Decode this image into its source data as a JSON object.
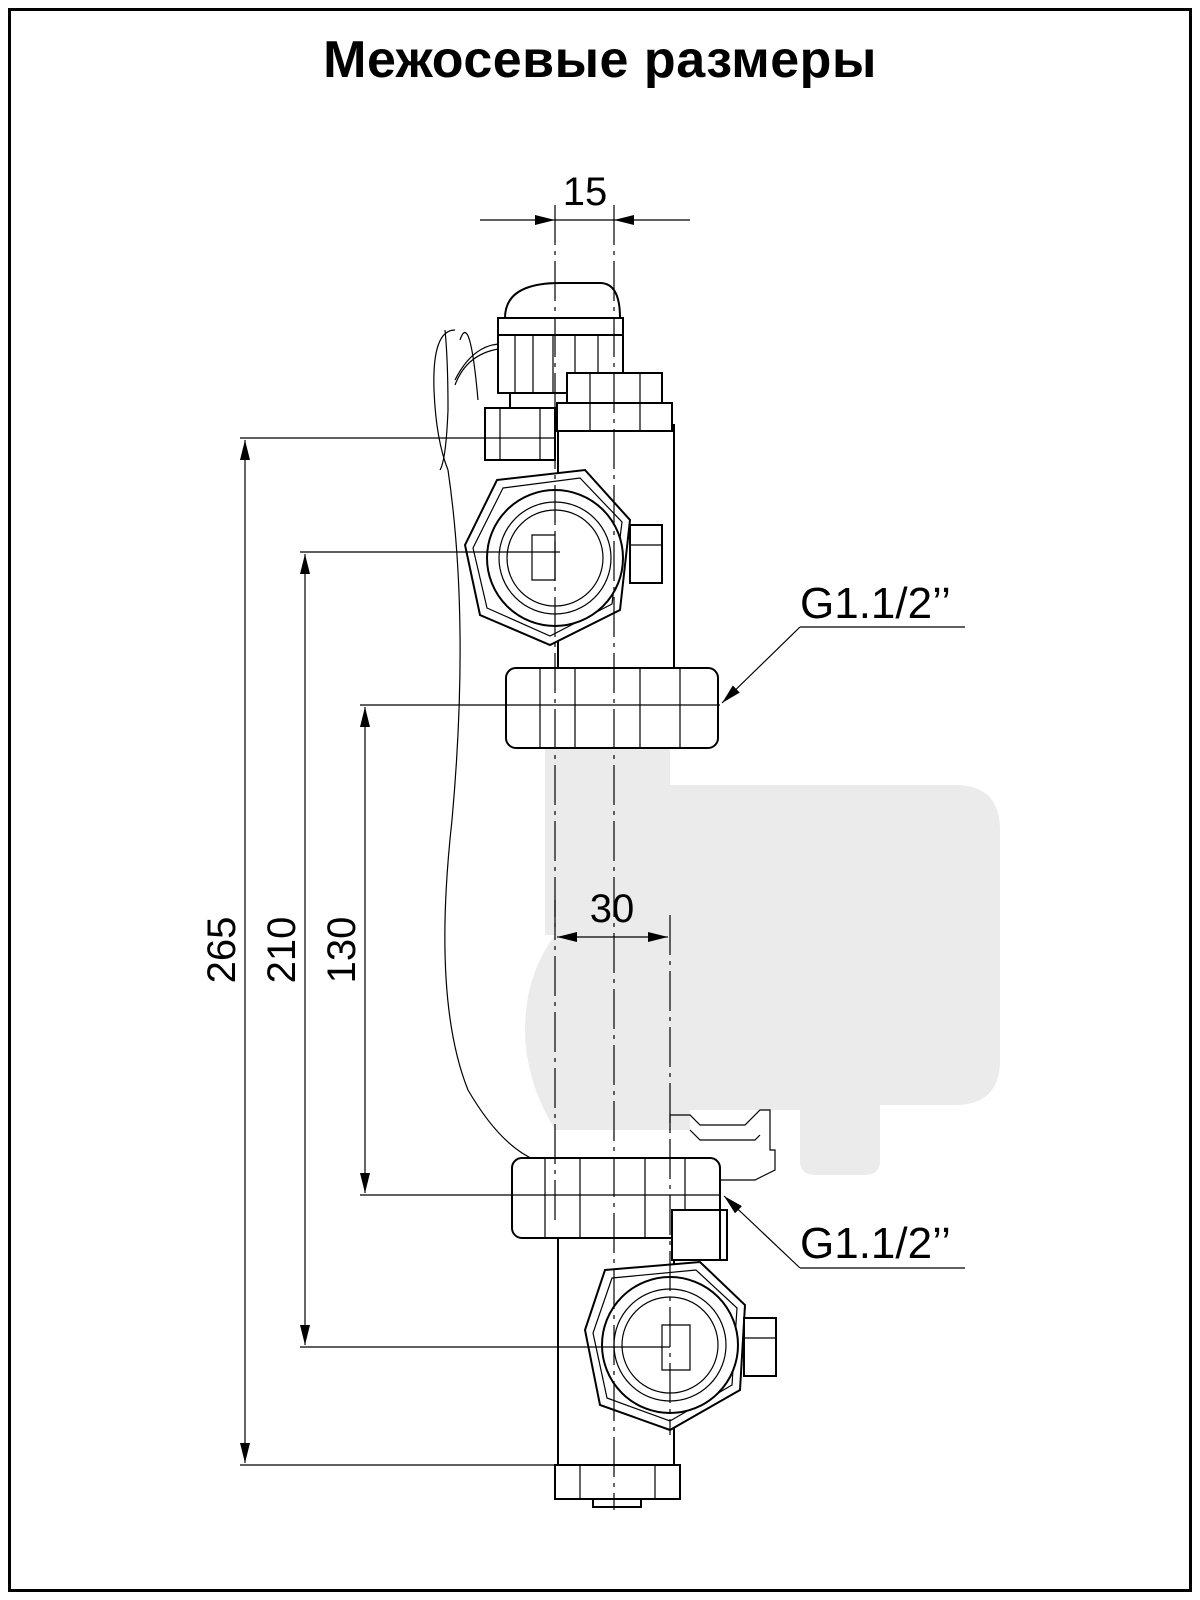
{
  "title": "Межосевые размеры",
  "dimensions": {
    "top_offset": "15",
    "bottom_offset": "30",
    "overall_height": "265",
    "port_spacing": "210",
    "pump_length": "130"
  },
  "threads": {
    "upper": "G1.1/2’’",
    "lower": "G1.1/2’’"
  },
  "colors": {
    "lines": "#000000",
    "pump_silhouette": "#ebebeb",
    "background": "#ffffff"
  }
}
